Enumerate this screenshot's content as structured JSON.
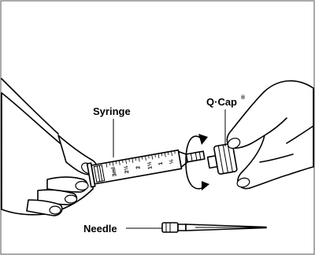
{
  "labels": {
    "syringe": "Syringe",
    "qcap": "Q·Cap",
    "qcap_mark": "®",
    "needle": "Needle"
  },
  "syringe_graduations": [
    "3ml",
    "2½",
    "2",
    "1½",
    "1",
    "½"
  ],
  "colors": {
    "line": "#000000",
    "background": "#ffffff",
    "frame": "#555555"
  }
}
